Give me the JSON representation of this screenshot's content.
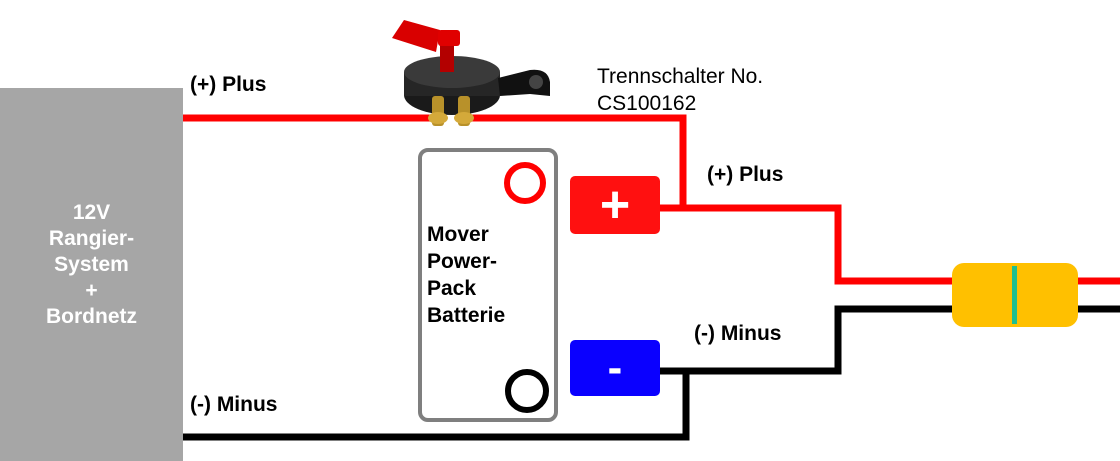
{
  "system_box": {
    "label": "12V\nRangier-\nSystem\n+\nBordnetz"
  },
  "battery": {
    "label": "Mover\nPower-\nPack\nBatterie",
    "plus_symbol": "+",
    "minus_symbol": "-"
  },
  "labels": {
    "plus_top": "(+) Plus",
    "plus_mid": "(+) Plus",
    "minus_mid": "(-) Minus",
    "minus_bottom": "(-) Minus",
    "switch": "Trennschalter No.\nCS100162"
  },
  "colors": {
    "positive_wire": "#ff0000",
    "negative_wire": "#000000",
    "system_box": "#a6a6a6",
    "plus_terminal": "#ff1010",
    "minus_terminal": "#0a00ff",
    "fuse": "#ffc000",
    "fuse_band": "#1fbf8f"
  },
  "icons": {
    "switch": "battery-disconnect-switch-icon",
    "fuse": "fuse-icon"
  }
}
